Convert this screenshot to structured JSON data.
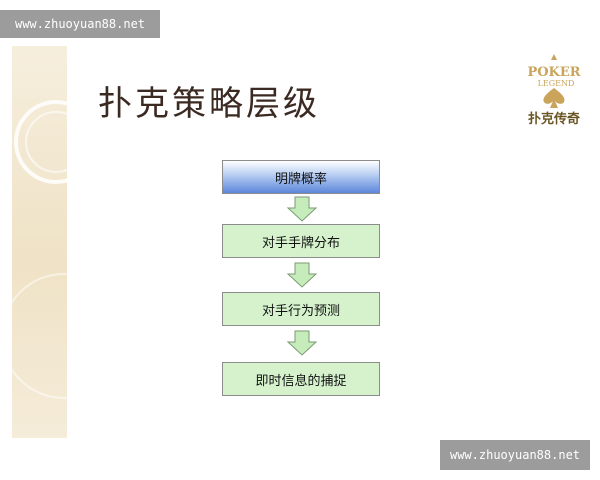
{
  "watermarks": {
    "top": "www.zhuoyuan88.net",
    "bottom": "www.zhuoyuan88.net"
  },
  "slide": {
    "title": "扑克策略层级",
    "logo": {
      "line1": "POKER",
      "line2": "LEGEND",
      "name": "扑克传奇"
    },
    "steps": [
      {
        "label": "明牌概率",
        "color": "#6b8fdc"
      },
      {
        "label": "对手手牌分布",
        "color": "#d5f2cd"
      },
      {
        "label": "对手行为预测",
        "color": "#d5f2cd"
      },
      {
        "label": "即时信息的捕捉",
        "color": "#d5f2cd"
      }
    ],
    "arrow_color": "#c6ecbc"
  }
}
